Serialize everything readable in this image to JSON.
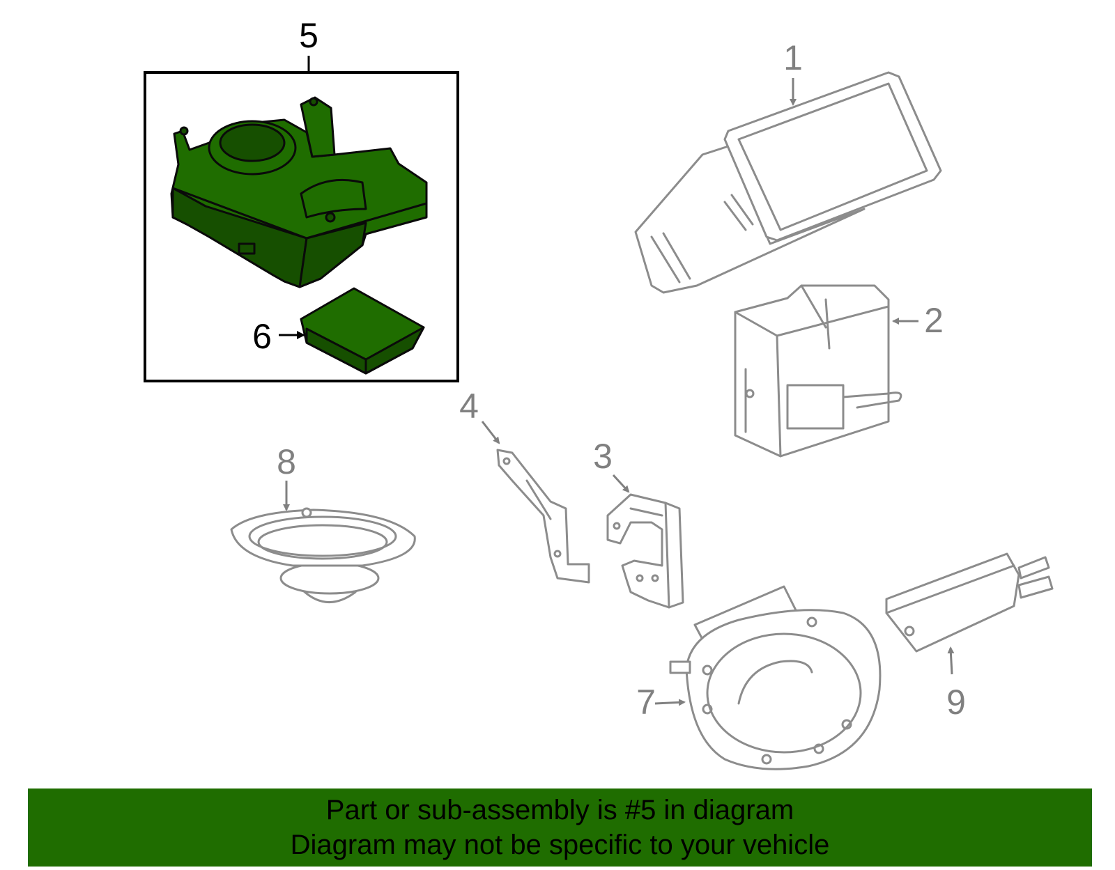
{
  "colors": {
    "highlight": "#1f6d00",
    "banner": "#1f6d00",
    "inactive_part": "#8c8c8c",
    "inactive_label": "#808080",
    "active_label": "#000000"
  },
  "callouts": {
    "c1": "1",
    "c2": "2",
    "c3": "3",
    "c4": "4",
    "c5": "5",
    "c6": "6",
    "c7": "7",
    "c8": "8",
    "c9": "9"
  },
  "banner": {
    "line1": "Part or sub-assembly is #5 in diagram",
    "line2": "Diagram may not be specific to your vehicle"
  }
}
